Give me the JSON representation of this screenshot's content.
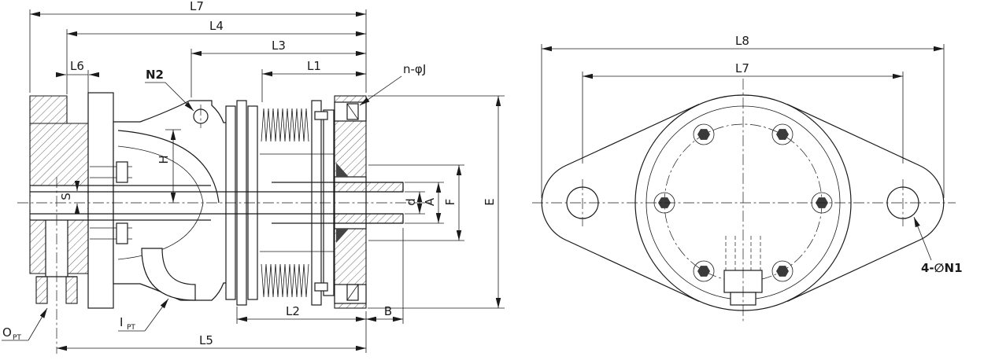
{
  "left_view": {
    "dims": {
      "l7": "L7",
      "l4": "L4",
      "l3": "L3",
      "l1": "L1",
      "l6": "L6",
      "l2": "L2",
      "l5": "L5",
      "b": "B",
      "e": "E",
      "f": "F",
      "a": "A",
      "d": "d",
      "h": "H",
      "s": "S"
    },
    "labels": {
      "n2": "N2",
      "bolt_holes": "n-φJ",
      "outlet_port": "O",
      "outlet_port_sub": "PT",
      "inlet_port": "I",
      "inlet_port_sub": "PT"
    }
  },
  "right_view": {
    "dims": {
      "l8": "L8",
      "l7": "L7"
    },
    "labels": {
      "lug_holes": "4-∅N1"
    }
  },
  "colors": {
    "line": "#1a1a1a",
    "background": "#ffffff"
  }
}
